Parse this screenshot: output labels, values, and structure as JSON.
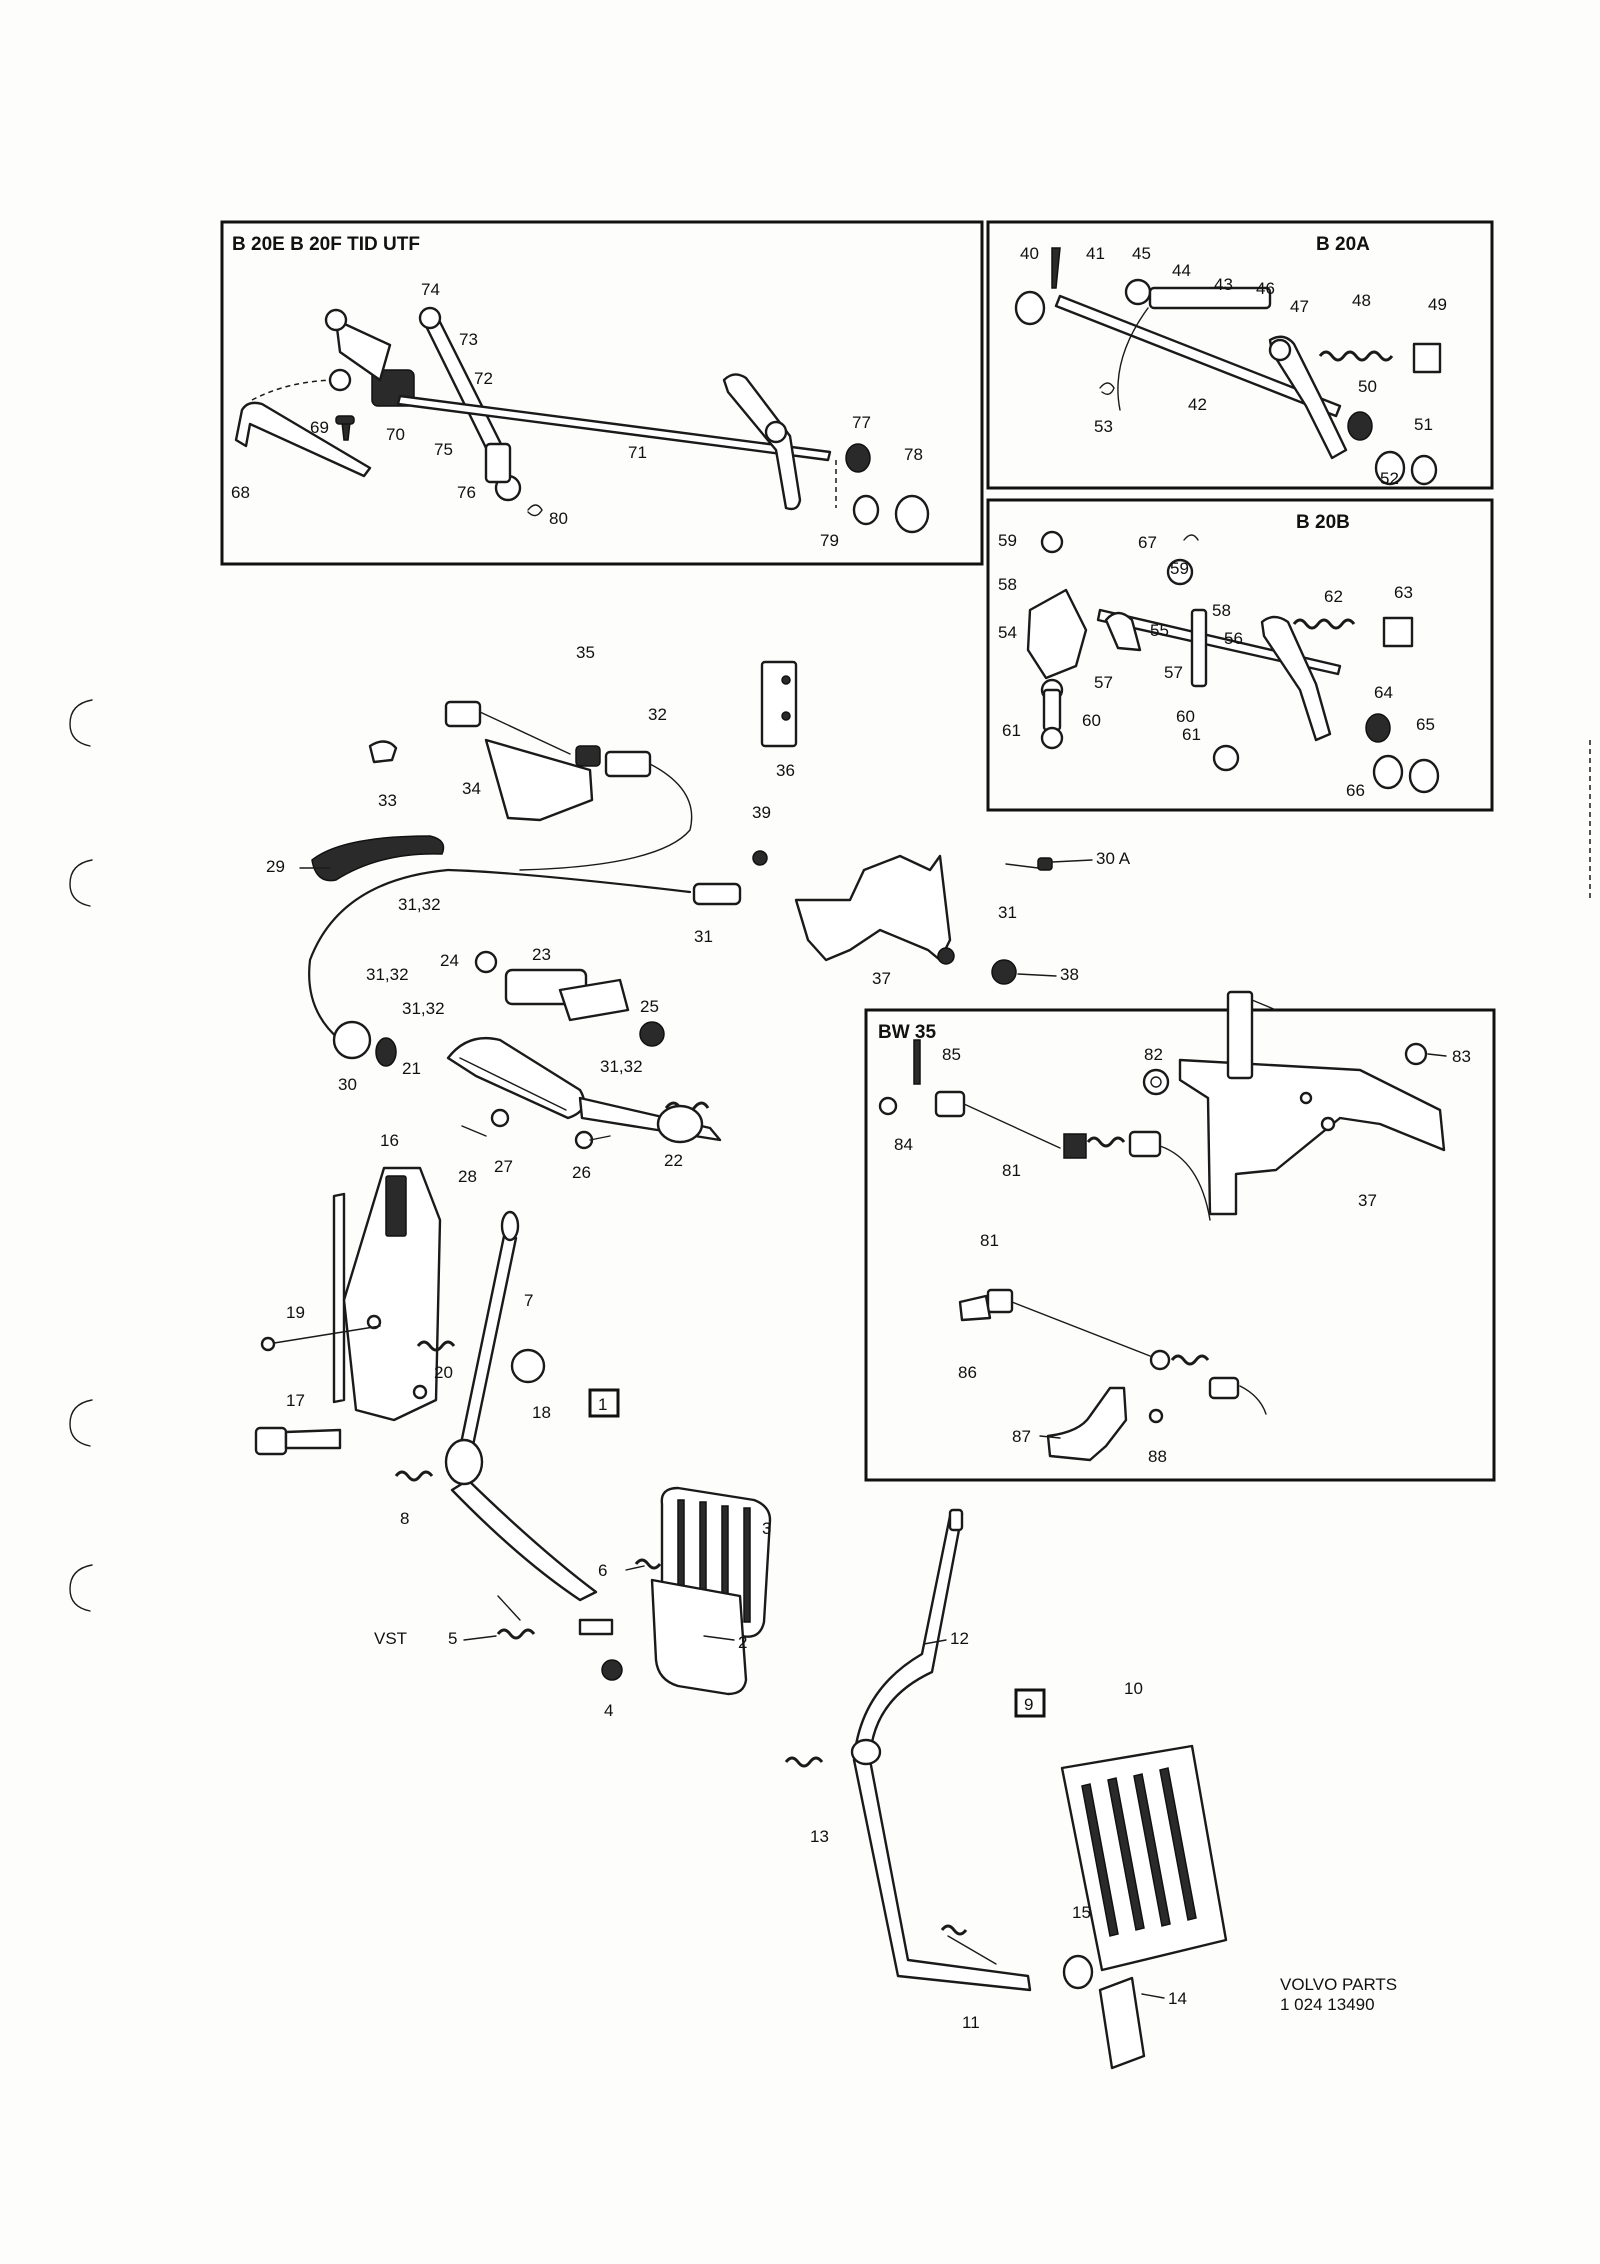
{
  "panels": {
    "b20e": {
      "title": "B 20E  B 20F  TID UTF"
    },
    "b20a": {
      "title": "B 20A"
    },
    "b20b": {
      "title": "B 20B"
    },
    "bw35": {
      "title": "BW 35"
    }
  },
  "boxed_markers": {
    "m1": "1",
    "m9": "9"
  },
  "variant_label": "VST",
  "footer": {
    "line1": "VOLVO PARTS",
    "line2": "1 024  13490"
  },
  "callouts": {
    "c68": "68",
    "c69": "69",
    "c70": "70",
    "c71": "71",
    "c72": "72",
    "c73": "73",
    "c74": "74",
    "c75": "75",
    "c76": "76",
    "c77": "77",
    "c78": "78",
    "c79": "79",
    "c80": "80",
    "c40": "40",
    "c41": "41",
    "c42": "42",
    "c43": "43",
    "c44": "44",
    "c45": "45",
    "c46": "46",
    "c47": "47",
    "c48": "48",
    "c49": "49",
    "c50": "50",
    "c51": "51",
    "c52": "52",
    "c53": "53",
    "c54": "54",
    "c55": "55",
    "c56": "56",
    "c57a": "57",
    "c57b": "57",
    "c58a": "58",
    "c58b": "58",
    "c59a": "59",
    "c59b": "59",
    "c60a": "60",
    "c60b": "60",
    "c61a": "61",
    "c61b": "61",
    "c62": "62",
    "c63": "63",
    "c64": "64",
    "c65": "65",
    "c66": "66",
    "c67": "67",
    "c32": "32",
    "c33": "33",
    "c34": "34",
    "c35": "35",
    "c36": "36",
    "c29": "29",
    "c3132a": "31,32",
    "c39": "39",
    "c30a": "30 A",
    "c31a": "31",
    "c31b": "31",
    "c37a": "37",
    "c38": "38",
    "c24": "24",
    "c23": "23",
    "c25": "25",
    "c3132b": "31,32",
    "c3132c": "31,32",
    "c3132d": "31,32",
    "c30": "30",
    "c21": "21",
    "c26": "26",
    "c27": "27",
    "c28": "28",
    "c22": "22",
    "c16": "16",
    "c7": "7",
    "c19": "19",
    "c20": "20",
    "c17": "17",
    "c18": "18",
    "c8": "8",
    "c3": "3",
    "c6": "6",
    "c5": "5",
    "c2": "2",
    "c4": "4",
    "c12": "12",
    "c10": "10",
    "c13": "13",
    "c15": "15",
    "c11": "11",
    "c14": "14",
    "c85": "85",
    "c82": "82",
    "c83": "83",
    "c84": "84",
    "c81a": "81",
    "c37b": "37",
    "c81b": "81",
    "c86": "86",
    "c87": "87",
    "c88": "88"
  }
}
